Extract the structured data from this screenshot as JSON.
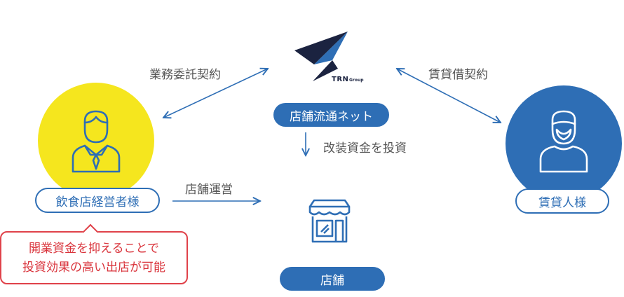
{
  "logo": {
    "text": "TRN",
    "subtext": "Group"
  },
  "nodes": {
    "hub": {
      "label": "店舗流通ネット"
    },
    "owner": {
      "label": "飲食店経営者様"
    },
    "landlord": {
      "label": "賃貸人様"
    },
    "store": {
      "label": "店舗"
    }
  },
  "edges": {
    "outsourcing": "業務委託契約",
    "lease": "賃貸借契約",
    "investment": "改装資金を投資",
    "operation": "店舗運営"
  },
  "callout": {
    "line1": "開業資金を抑えることで",
    "line2": "投資効果の高い出店が可能"
  },
  "colors": {
    "primary": "#2e6eb5",
    "owner_circle": "#f5e61e",
    "landlord_circle": "#2e6eb5",
    "callout_border": "#e0424a",
    "logo_dark": "#1b2340"
  },
  "icons": {
    "owner": "businessman-icon",
    "landlord": "bearded-man-icon",
    "store": "storefront-icon"
  }
}
